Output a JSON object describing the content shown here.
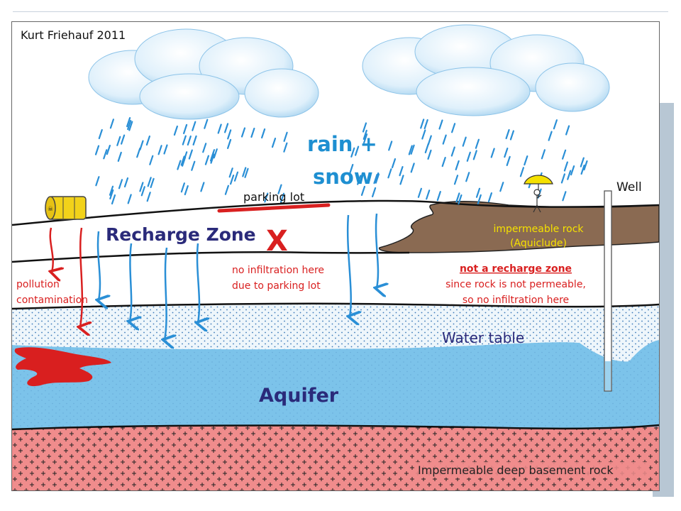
{
  "credit": "Kurt Friehauf 2011",
  "labels": {
    "rain_line1": "rain +",
    "rain_line2": "snow",
    "parking_lot": "parking lot",
    "well": "Well",
    "recharge_zone": "Recharge Zone",
    "x_mark": "X",
    "impermeable_rock_line1": "impermeable rock",
    "impermeable_rock_line2": "(Aquiclude)",
    "pollution_line1": "pollution",
    "pollution_line2": "contamination",
    "no_infiltration_line1": "no infiltration here",
    "no_infiltration_line2": "due to parking lot",
    "not_recharge_line1": "not a recharge zone",
    "not_recharge_line2": "since rock is not permeable,",
    "not_recharge_line3": "so no infiltration here",
    "water_table": "Water table",
    "aquifer": "Aquifer",
    "basement": "Impermeable deep basement rock"
  },
  "icons": {
    "barrel": "toxic-barrel-icon",
    "umbrella_person": "person-umbrella-icon"
  },
  "colors": {
    "sky_text": "#1e8fd1",
    "red_text": "#d92020",
    "navy_text": "#2a2a7a",
    "aquifer": "#7cc3ea",
    "rock_brown": "#8a6a52",
    "basement": "#f08c8c",
    "sand_dots": "#3a78b8",
    "pollution": "#d91f1f",
    "barrel": "#f2d21a",
    "rock_text": "#f5e100"
  }
}
